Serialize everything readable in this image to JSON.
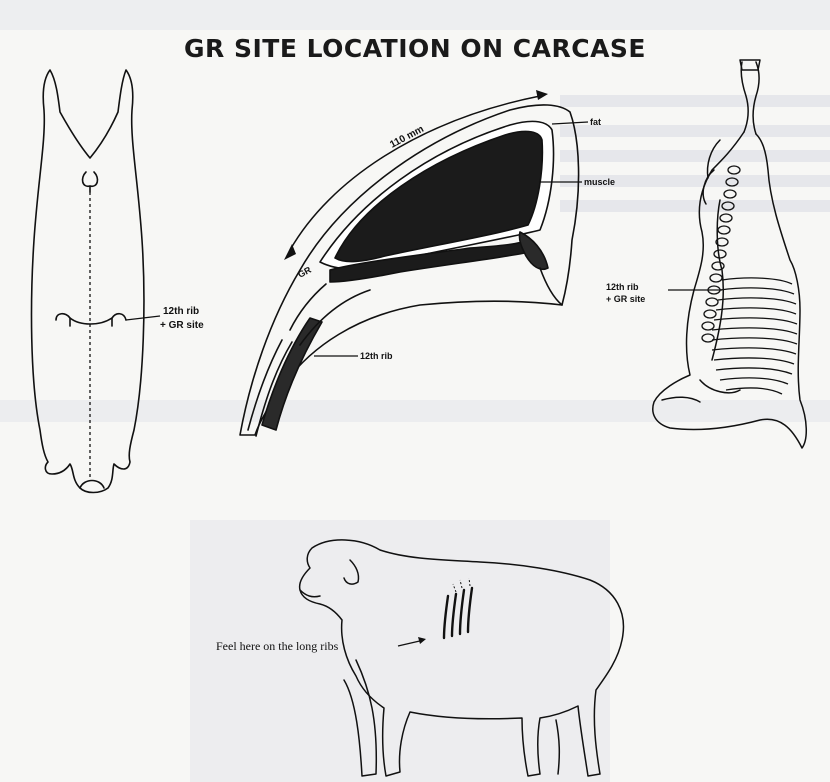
{
  "title": "GR SITE LOCATION ON CARCASE",
  "labels": {
    "carcase_front_rib": "12th rib",
    "carcase_front_site": "+ GR site",
    "cross_section_length": "110 mm",
    "cross_section_fat": "fat",
    "cross_section_muscle": "muscle",
    "cross_section_gr": "GR",
    "cross_section_rib": "12th rib",
    "carcase_side_rib": "12th rib",
    "carcase_side_site": "+ GR site",
    "sheep_instruction": "Feel here on the long ribs"
  },
  "colors": {
    "ink": "#111111",
    "paper": "#f7f7f5",
    "muscle": "#1b1b1b",
    "bleed": "#c9ccd4"
  }
}
